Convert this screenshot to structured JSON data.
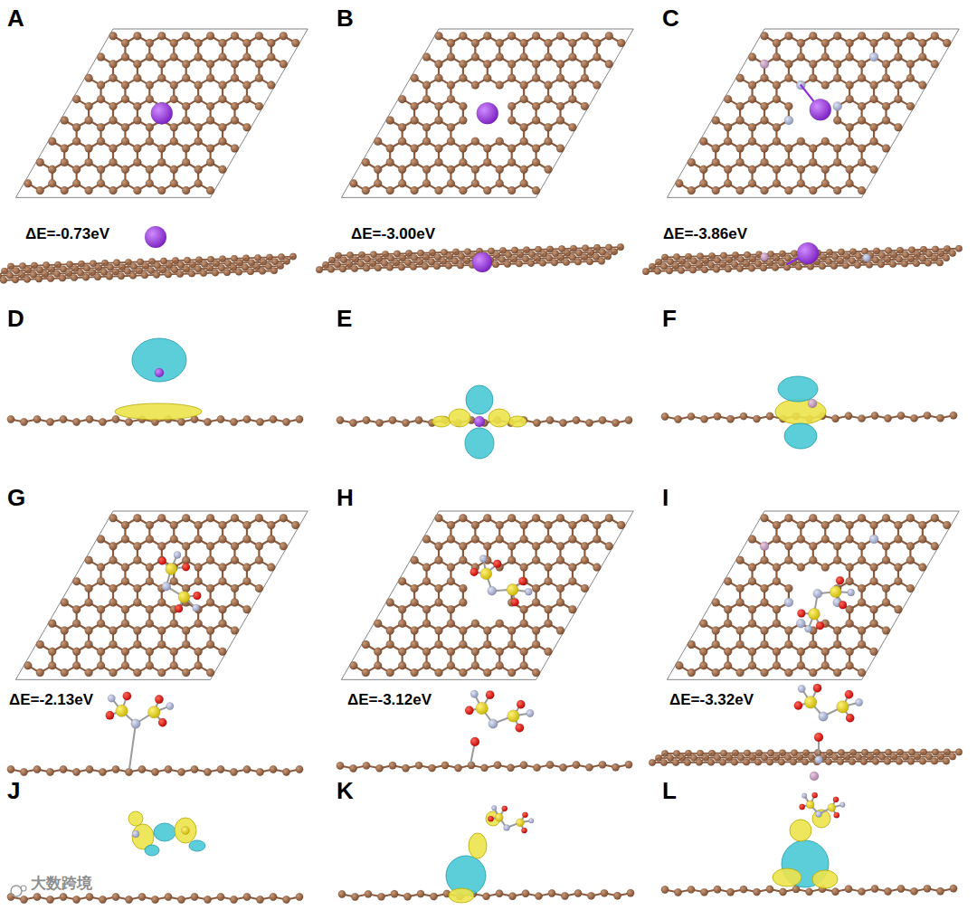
{
  "diagram": {
    "labels": [
      "A",
      "B",
      "C",
      "ΔE=-0.73eV",
      "ΔE=-3.00eV",
      "ΔE=-3.86eV",
      "D",
      "E",
      "F",
      "G",
      "H",
      "I",
      "ΔE=-2.13eV",
      "ΔE=-3.12eV",
      "ΔE=-3.32eV",
      "J",
      "K",
      "L",
      "大数跨境"
    ]
  }
}
